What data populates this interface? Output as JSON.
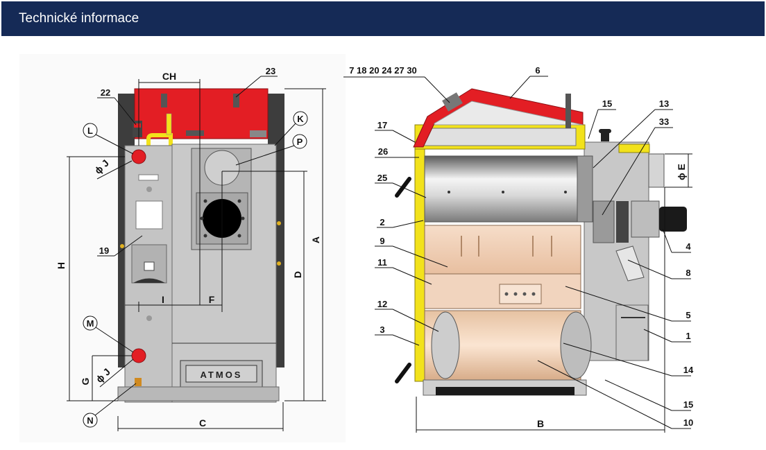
{
  "header": {
    "title": "Technické informace"
  },
  "brand": {
    "plate": "ATMOS"
  },
  "colors": {
    "header_bg": "#152a56",
    "red": "#e31e24",
    "yellow": "#f2e21b",
    "grey": "#c4c4c4",
    "dark": "#3a3a3a",
    "clay": "#f1d4be"
  },
  "front_view": {
    "dimensions": {
      "ch": "CH",
      "h": "H",
      "a": "A",
      "d": "D",
      "c": "C",
      "i": "I",
      "f": "F",
      "g": "G",
      "phi_j_top": "ϕ J",
      "phi_j_bottom": "ϕ J"
    },
    "circle_labels": {
      "l": "L",
      "k": "K",
      "p": "P",
      "m": "M",
      "n": "N"
    },
    "part_numbers": {
      "n22": "22",
      "n23": "23",
      "n19": "19"
    }
  },
  "side_view": {
    "dimensions": {
      "b": "B",
      "phi_e": "ϕ E"
    },
    "part_numbers": {
      "top_group": "7 18 20 24 27 30",
      "n6": "6",
      "n15a": "15",
      "n13": "13",
      "n17": "17",
      "n33": "33",
      "n26": "26",
      "n25": "25",
      "n2": "2",
      "n4": "4",
      "n9": "9",
      "n8": "8",
      "n11": "11",
      "n5": "5",
      "n12": "12",
      "n1": "1",
      "n3": "3",
      "n14": "14",
      "n15b": "15",
      "n10": "10"
    }
  }
}
